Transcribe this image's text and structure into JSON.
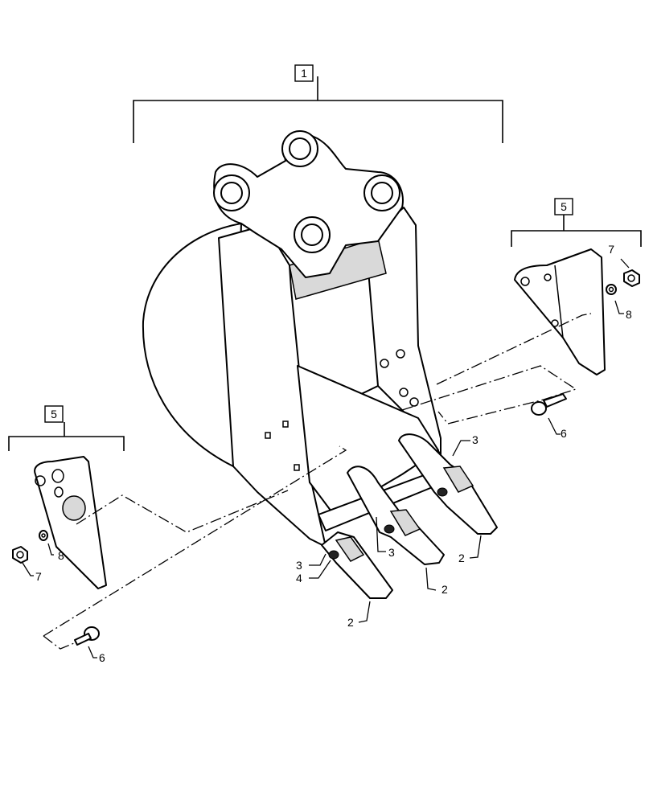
{
  "callouts": {
    "c1": "1",
    "c5_right": "5",
    "c5_left": "5",
    "c7_right": "7",
    "c8_right": "8",
    "c6_right": "6",
    "c3_right_tooth": "3",
    "c3_mid_tooth": "3",
    "c3_left_tooth": "3",
    "c4_left_tooth": "4",
    "c2_right_tooth": "2",
    "c2_mid_tooth": "2",
    "c2_left_tooth": "2",
    "c7_left": "7",
    "c8_left": "8",
    "c6_left": "6"
  }
}
